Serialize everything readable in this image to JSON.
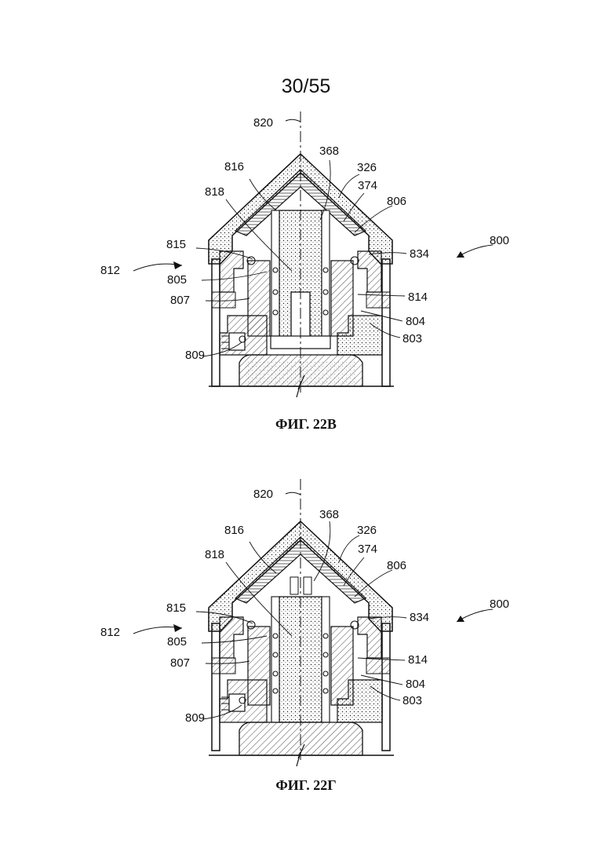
{
  "sheet": {
    "page_number": "30/55"
  },
  "figures": [
    {
      "caption": "ФИГ. 22В",
      "labels": {
        "axis": "820",
        "cap": "368",
        "shell": "326",
        "l374": "374",
        "l806": "806",
        "l816": "816",
        "l818": "818",
        "l815": "815",
        "l805": "805",
        "l807": "807",
        "l809": "809",
        "l812": "812",
        "l800": "800",
        "l834": "834",
        "l814": "814",
        "l804": "804",
        "l803": "803"
      }
    },
    {
      "caption": "ФИГ. 22Г",
      "labels": {
        "axis": "820",
        "cap": "368",
        "shell": "326",
        "l374": "374",
        "l806": "806",
        "l816": "816",
        "l818": "818",
        "l815": "815",
        "l805": "805",
        "l807": "807",
        "l809": "809",
        "l812": "812",
        "l800": "800",
        "l834": "834",
        "l814": "814",
        "l804": "804",
        "l803": "803"
      }
    }
  ]
}
